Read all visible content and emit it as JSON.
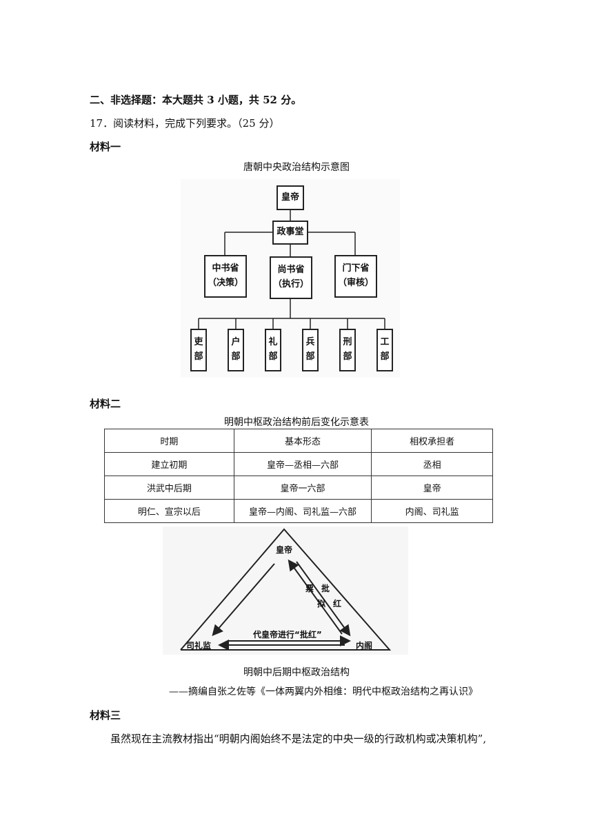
{
  "section_heading": "二、非选择题：本大题共 3 小题，共 52 分。",
  "question": "17．阅读材料，完成下列要求。（25 分）",
  "material1": {
    "label": "材料一",
    "diagram_title": "唐朝中央政治结构示意图",
    "top": "皇帝",
    "hall": "政事堂",
    "provinces": [
      {
        "name": "中书省",
        "role": "（决策）"
      },
      {
        "name": "尚书省",
        "role": "（执行）"
      },
      {
        "name": "门下省",
        "role": "（审核）"
      }
    ],
    "ministries": [
      {
        "c1": "吏",
        "c2": "部"
      },
      {
        "c1": "户",
        "c2": "部"
      },
      {
        "c1": "礼",
        "c2": "部"
      },
      {
        "c1": "兵",
        "c2": "部"
      },
      {
        "c1": "刑",
        "c2": "部"
      },
      {
        "c1": "工",
        "c2": "部"
      }
    ]
  },
  "material2": {
    "label": "材料二",
    "table_title": "明朝中枢政治结构前后变化示意表",
    "table": {
      "headers": [
        "时期",
        "基本形态",
        "相权承担者"
      ],
      "rows": [
        [
          "建立初期",
          "皇帝—丞相—六部",
          "丞相"
        ],
        [
          "洪武中后期",
          "皇帝一六部",
          "皇帝"
        ],
        [
          "明仁、宣宗以后",
          "皇帝—内阁、司礼监—六部",
          "内阁、司礼监"
        ]
      ]
    },
    "triangle": {
      "top": "皇帝",
      "left": "司礼监",
      "right": "内阁",
      "edge_labels": [
        "票",
        "批",
        "拟",
        "红"
      ],
      "bottom_label": "代皇帝进行“批红”"
    },
    "triangle_caption": "明朝中后期中枢政治结构",
    "source": "——摘编自张之佐等《一体两翼内外相维：明代中枢政治结构之再认识》"
  },
  "material3": {
    "label": "材料三",
    "text": "虽然现在主流教材指出“明朝内阁始终不是法定的中央一级的行政机构或决策机构”,"
  }
}
